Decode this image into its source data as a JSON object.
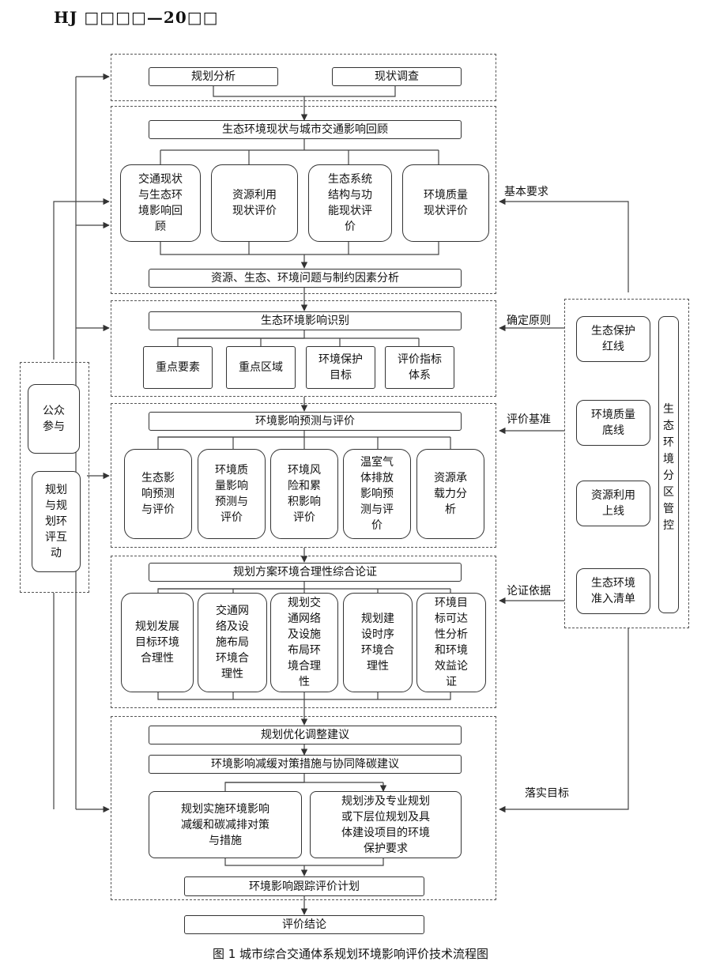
{
  "header": "HJ □□□□—20□□",
  "caption": "图 1    城市综合交通体系规划环境影响评价技术流程图",
  "stage1": {
    "left": "规划分析",
    "right": "现状调查"
  },
  "stage2": {
    "title": "生态环境现状与城市交通影响回顾",
    "items": [
      "交通现状\n与生态环\n境影响回\n顾",
      "资源利用\n现状评价",
      "生态系统\n结构与功\n能现状评\n价",
      "环境质量\n现状评价"
    ],
    "summary": "资源、生态、环境问题与制约因素分析"
  },
  "stage3": {
    "title": "生态环境影响识别",
    "items": [
      "重点要素",
      "重点区域",
      "环境保护\n目标",
      "评价指标\n体系"
    ]
  },
  "stage4": {
    "title": "环境影响预测与评价",
    "items": [
      "生态影\n响预测\n与评价",
      "环境质\n量影响\n预测与\n评价",
      "环境风\n险和累\n积影响\n评价",
      "温室气\n体排放\n影响预\n测与评\n价",
      "资源承\n载力分\n析"
    ]
  },
  "stage5": {
    "title": "规划方案环境合理性综合论证",
    "items": [
      "规划发展\n目标环境\n合理性",
      "交通网\n络及设\n施布局\n环境合\n理性",
      "规划交\n通网络\n及设施\n布局环\n境合理\n性",
      "规划建\n设时序\n环境合\n理性",
      "环境目\n标可达\n性分析\n和环境\n效益论\n证"
    ]
  },
  "stage6": {
    "opt": "规划优化调整建议",
    "mitig": "环境影响减缓对策措施与协同降碳建议",
    "left": "规划实施环境影响\n减缓和碳减排对策\n与措施",
    "right": "规划涉及专业规划\n或下层位规划及具\n体建设项目的环境\n保护要求",
    "track": "环境影响跟踪评价计划"
  },
  "conclusion": "评价结论",
  "left_panel": {
    "public": "公众\n参与",
    "interact": "规划\n与规\n划环\n评互\n动"
  },
  "right_panel": {
    "items": [
      "生态保护\n红线",
      "环境质量\n底线",
      "资源利用\n上线",
      "生态环境\n准入清单"
    ],
    "vertical": "生\n态\n环\n境\n分\n区\n管\n控"
  },
  "side_labels": {
    "basic": "基本要求",
    "principle": "确定原则",
    "benchmark": "评价基准",
    "basis": "论证依据",
    "target": "落实目标"
  }
}
